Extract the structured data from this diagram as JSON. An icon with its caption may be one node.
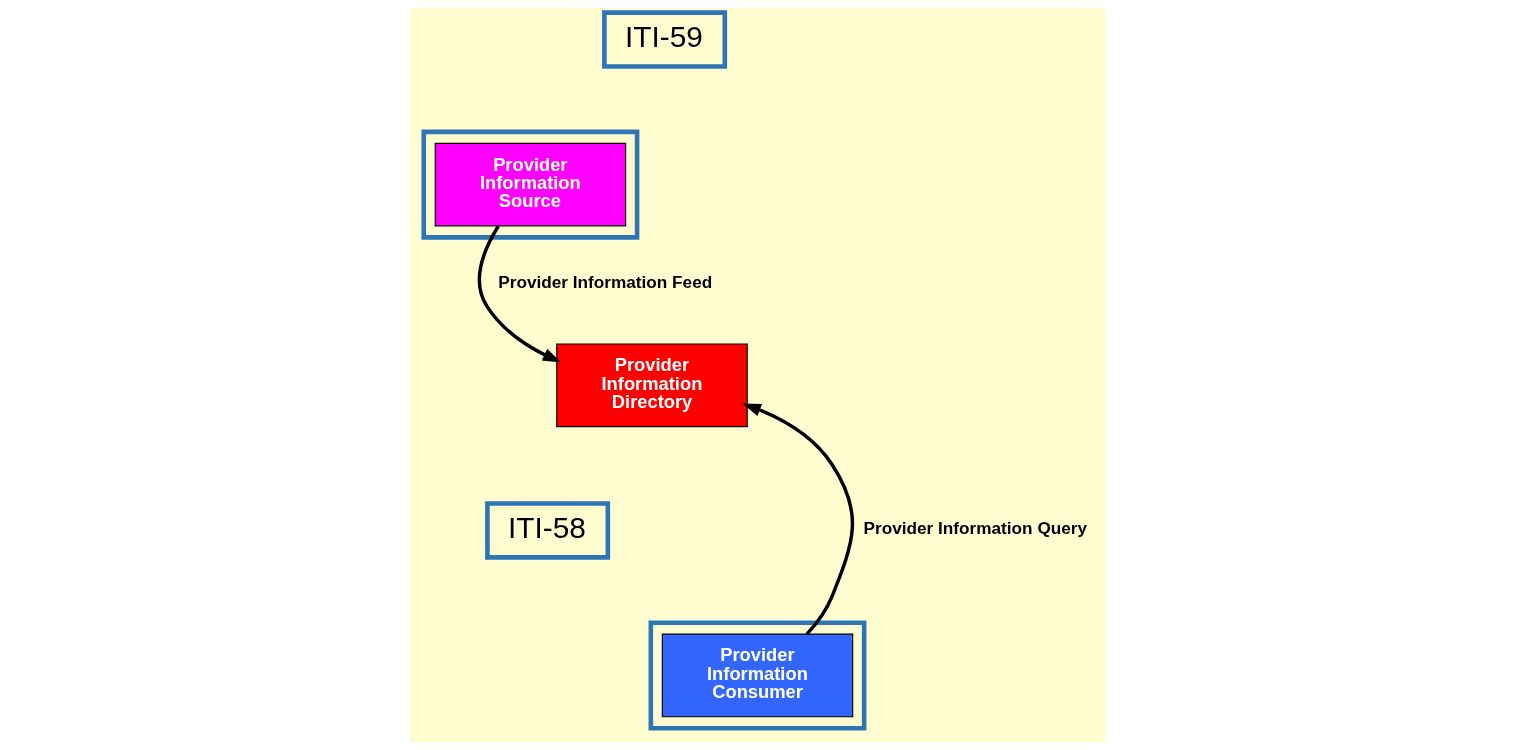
{
  "diagram": {
    "nodes": [
      {
        "text": [],
        "shape": "box"
      },
      {
        "text": [
          "Provider Information Source"
        ],
        "in": 0
      },
      {
        "text": [
          "ITI-59"
        ]
      },
      {
        "text": [
          "Provider Information Directory"
        ]
      },
      {
        "text": [
          "ITI-58"
        ]
      },
      {
        "text": [],
        "shape": "box"
      },
      {
        "text": [
          "Provider Information Consumer"
        ],
        "in": 5
      }
    ],
    "edges": [
      {
        "from": 1,
        "to": 3,
        "arrow": "to",
        "label": "Provider Information Feed"
      },
      {
        "from": 6,
        "to": 3,
        "arrow": "to",
        "label": "Provider Information Query"
      }
    ]
  }
}
